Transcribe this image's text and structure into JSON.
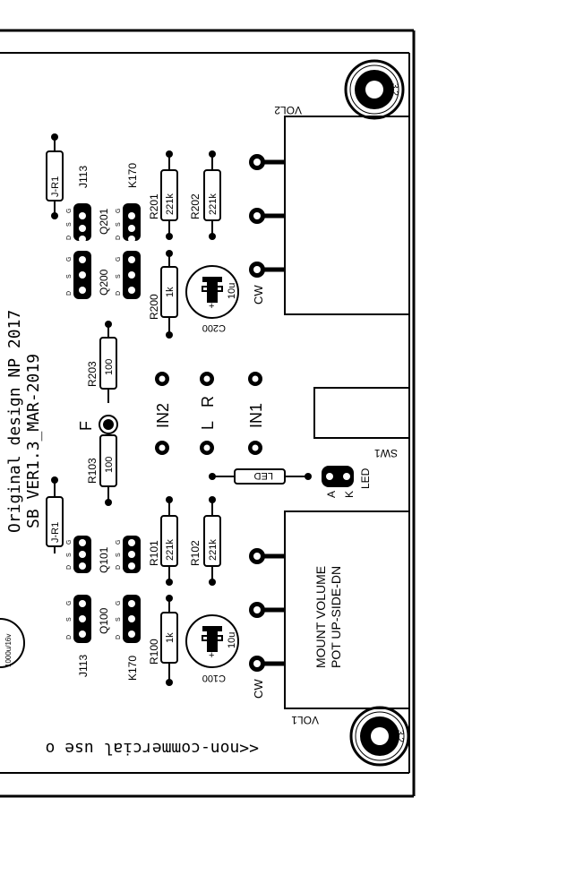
{
  "board": {
    "title_line1": "Original design NP 2017",
    "title_line2": "SB VER1.3_MAR-2019",
    "footer_note": "<<non-commercial use o",
    "mount_note_line1": "MOUNT VOLUME",
    "mount_note_line2": "POT UP-SIDE-DN"
  },
  "labels": {
    "vol2": "VOL2",
    "vol1": "VOL1",
    "sw1": "SW1",
    "cw": "CW",
    "in1": "IN1",
    "in2": "IN2",
    "l": "L",
    "r": "R",
    "f": "F",
    "led": "LED",
    "led_silk": "LED",
    "a": "A",
    "k": "K",
    "j113": "J113",
    "k170": "K170",
    "jr1": "J-R1",
    "q100": "Q100",
    "q101": "Q101",
    "q200": "Q200",
    "q201": "Q201",
    "r100": "R100",
    "r101": "R101",
    "r102": "R102",
    "r103": "R103",
    "r200": "R200",
    "r201": "R201",
    "r202": "R202",
    "r203": "R203",
    "v1k": "1k",
    "v221k": "221k",
    "v100": "100",
    "c100": "C100",
    "c200": "C200",
    "v10u": "10u",
    "c_big": "1000u/16v",
    "pin_d": "D",
    "pin_s": "S",
    "pin_g": "G",
    "plus": "+",
    "hole_num": "3.2"
  },
  "colors": {
    "silk": "#000000",
    "board": "#ffffff"
  }
}
